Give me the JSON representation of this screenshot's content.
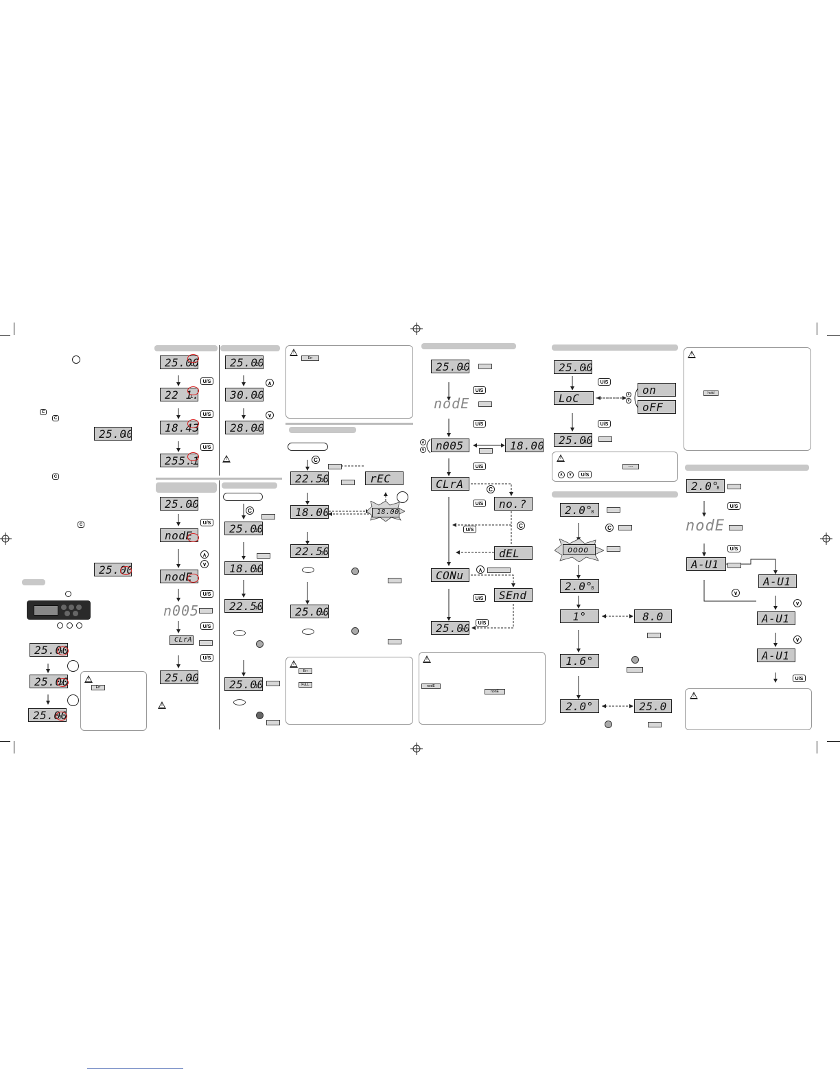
{
  "displays": {
    "v2500": "25.00",
    "v2212": "22 1.2",
    "v1843": "18.43",
    "v2551": "255.1",
    "v3000": "30.00",
    "v2800": "28.00",
    "node": "nodE",
    "n005": "n005",
    "clra": "CLrA",
    "v2250": "22.50",
    "v1800": "18.00",
    "rec": "rEC",
    "no": "no.?",
    "del": "dEL",
    "conu": "CONu",
    "send": "SEnd",
    "loc": "LoC",
    "on": "on",
    "off": "oFF",
    "v20deg": "2.0°",
    "v1deg": "1°",
    "v16deg": "1.6°",
    "v80": "8.0",
    "v250": "25.0",
    "oooo": "oooo",
    "aui": "A-U1"
  },
  "subs": {
    "one": "1",
    "two": "2",
    "three": "3",
    "eight": "8"
  },
  "buttons": {
    "us": "U/S",
    "c": "C",
    "up": "∧",
    "down": "∨",
    "warn": "!"
  },
  "hint_boxes": {
    "err": "Err",
    "err2": "Err",
    "full": "FuLL",
    "node": "nodE",
    "none": "nonE",
    "dash": "----",
    "hold": "hold"
  }
}
